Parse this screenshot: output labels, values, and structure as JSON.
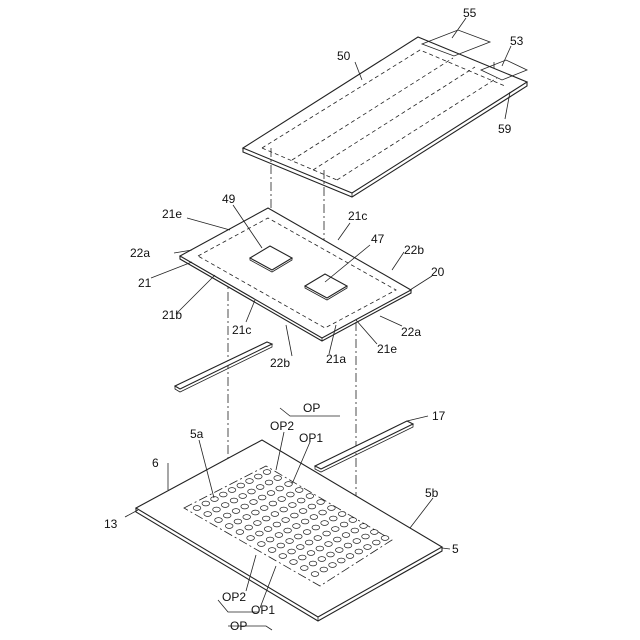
{
  "labels": {
    "l55": "55",
    "l53": "53",
    "l50": "50",
    "l59": "59",
    "l49": "49",
    "l21e_a": "21e",
    "l21c_a": "21c",
    "l47": "47",
    "l22a_a": "22a",
    "l22b_a": "22b",
    "l20": "20",
    "l21_a": "21",
    "l21b": "21b",
    "l21c_b": "21c",
    "l22a_b": "22a",
    "l21e_b": "21e",
    "l22b_b": "22b",
    "l21a": "21a",
    "lOP_top": "OP",
    "l17": "17",
    "l5a": "5a",
    "lOP2_top": "OP2",
    "lOP1_top": "OP1",
    "l6": "6",
    "l5b": "5b",
    "l13": "13",
    "l5": "5",
    "lOP2_bot": "OP2",
    "lOP1_bot": "OP1",
    "lOP_bot": "OP"
  }
}
